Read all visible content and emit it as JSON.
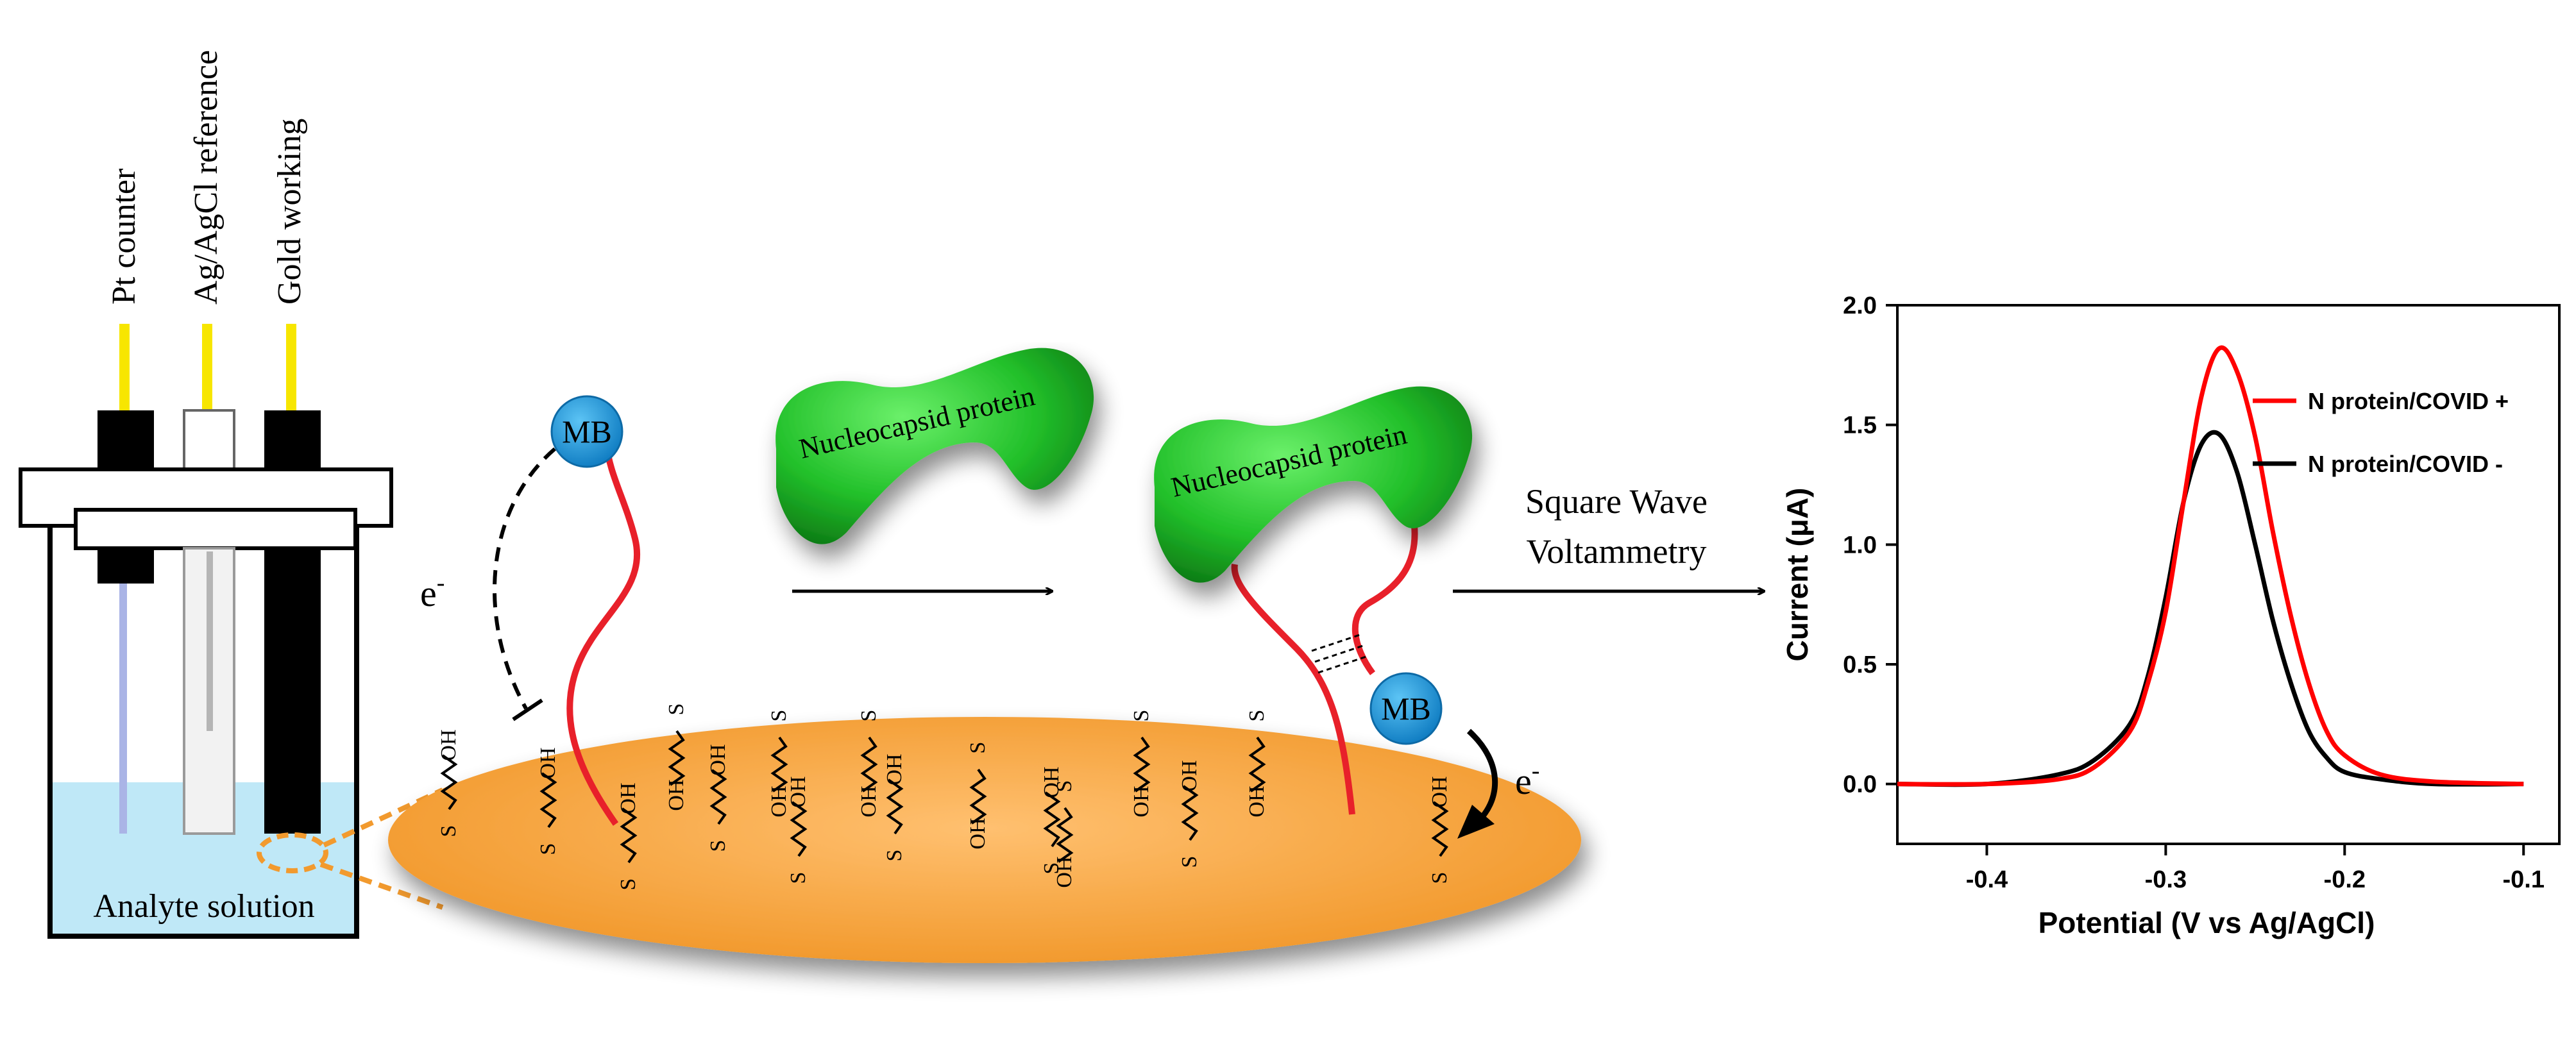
{
  "electrodes": {
    "pt_counter": "Pt counter",
    "reference": "Ag/AgCl reference",
    "working": "Gold working"
  },
  "cell": {
    "solution_label": "Analyte solution"
  },
  "probe": {
    "mb_label": "MB",
    "electron_label": "e",
    "electron_sup": "-",
    "hydroxyl": "OH",
    "thiol": "S",
    "oxygen": "O"
  },
  "protein": {
    "label": "Nucleocapsid protein"
  },
  "technique": {
    "line1": "Square Wave",
    "line2": "Voltammetry"
  },
  "colors": {
    "electrode_wire": "#f7e600",
    "solution": "#bfe8f7",
    "gold_surface": "#f7a93f",
    "protein": "#29c12e",
    "mb": "#1e96d8",
    "aptamer": "#e8202a",
    "covid_pos": "#ff0000",
    "covid_neg": "#000000"
  },
  "chart_data": {
    "type": "line",
    "title": "",
    "xlabel": "Potential (V vs Ag/AgCl)",
    "ylabel": "Current (μA)",
    "xlim": [
      -0.45,
      -0.08
    ],
    "ylim": [
      -0.25,
      2.0
    ],
    "xticks": [
      -0.4,
      -0.3,
      -0.2,
      -0.1
    ],
    "xtick_labels": [
      "-0.4",
      "-0.3",
      "-0.2",
      "-0.1"
    ],
    "yticks": [
      0.0,
      0.5,
      1.0,
      1.5,
      2.0
    ],
    "ytick_labels": [
      "0.0",
      "0.5",
      "1.0",
      "1.5",
      "2.0"
    ],
    "legend_position": "top-right",
    "series": [
      {
        "name": "N protein/COVID +",
        "color": "#ff0000",
        "x": [
          -0.45,
          -0.4,
          -0.36,
          -0.34,
          -0.32,
          -0.31,
          -0.3,
          -0.29,
          -0.28,
          -0.27,
          -0.26,
          -0.25,
          -0.24,
          -0.23,
          -0.22,
          -0.21,
          -0.2,
          -0.18,
          -0.15,
          -0.1
        ],
        "y": [
          0.0,
          0.0,
          0.02,
          0.07,
          0.22,
          0.42,
          0.72,
          1.18,
          1.62,
          1.82,
          1.72,
          1.45,
          1.05,
          0.7,
          0.42,
          0.22,
          0.12,
          0.04,
          0.01,
          0.0
        ]
      },
      {
        "name": "N protein/COVID -",
        "color": "#000000",
        "x": [
          -0.45,
          -0.4,
          -0.36,
          -0.34,
          -0.32,
          -0.31,
          -0.3,
          -0.29,
          -0.28,
          -0.27,
          -0.26,
          -0.25,
          -0.24,
          -0.23,
          -0.22,
          -0.21,
          -0.2,
          -0.18,
          -0.15,
          -0.1
        ],
        "y": [
          0.0,
          0.0,
          0.04,
          0.1,
          0.25,
          0.45,
          0.78,
          1.18,
          1.42,
          1.46,
          1.3,
          1.0,
          0.68,
          0.42,
          0.22,
          0.11,
          0.05,
          0.02,
          0.0,
          0.0
        ]
      }
    ]
  }
}
